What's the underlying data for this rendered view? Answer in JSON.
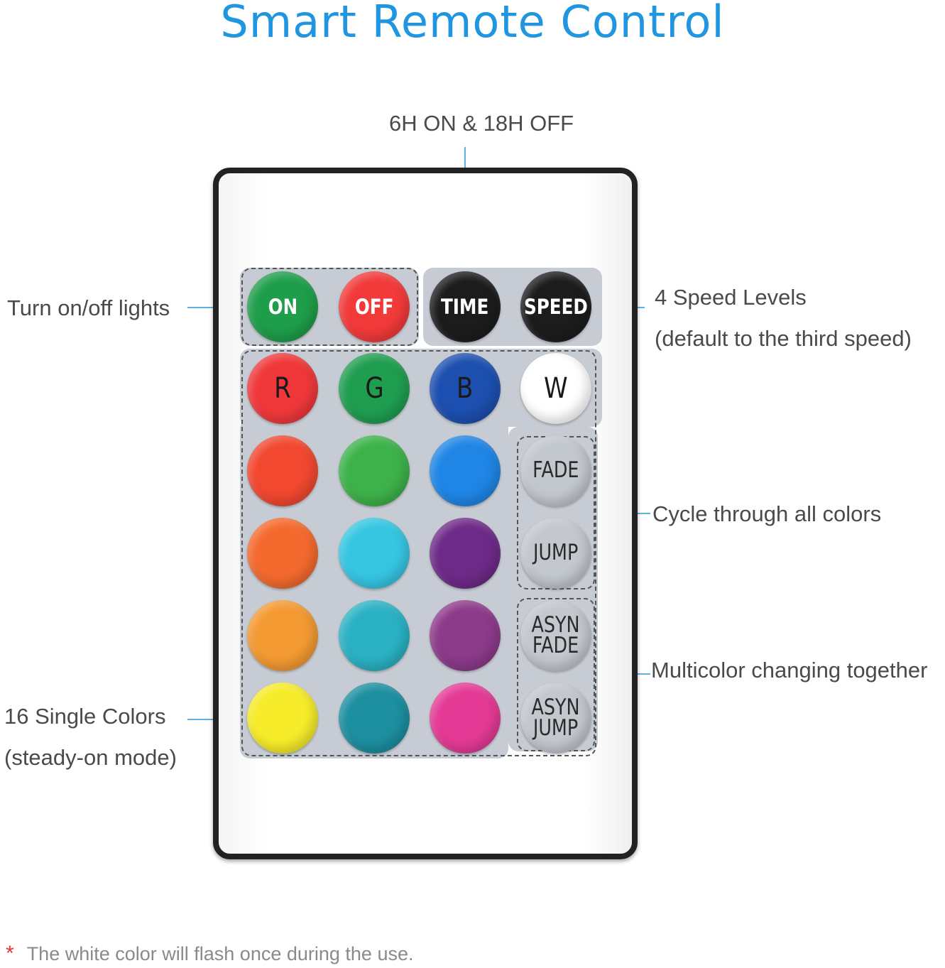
{
  "title": "Smart Remote Control",
  "annotations": {
    "timer": "6H ON & 18H OFF",
    "power": "Turn on/off lights",
    "speed_line1": "4 Speed Levels",
    "speed_line2": "(default to the third speed)",
    "cycle": "Cycle through all colors",
    "multicolor": "Multicolor changing together",
    "colors_line1": "16 Single Colors",
    "colors_line2": "(steady-on mode)"
  },
  "remote": {
    "top_row": [
      {
        "label": "ON",
        "color": "#1e9e4a"
      },
      {
        "label": "OFF",
        "color": "#f23a3a"
      },
      {
        "label": "TIME",
        "color": "#1c1c1c"
      },
      {
        "label": "SPEED",
        "color": "#1c1c1c"
      }
    ],
    "rgbw_row": [
      {
        "label": "R",
        "color": "#f0383a"
      },
      {
        "label": "G",
        "color": "#1f9e50"
      },
      {
        "label": "B",
        "color": "#1d4fb0"
      },
      {
        "label": "W",
        "color": "#ffffff"
      }
    ],
    "color_grid": [
      [
        "#f2482f",
        "#3db24a",
        "#1f86e6"
      ],
      [
        "#f46a2e",
        "#36c6e2",
        "#6e2a88"
      ],
      [
        "#f49a32",
        "#2ab2c4",
        "#8c3a8a"
      ],
      [
        "#f6ec2a",
        "#1c8fa0",
        "#e43a95"
      ]
    ],
    "mode_buttons": [
      {
        "label": "FADE",
        "color": "#c3c8cf"
      },
      {
        "label": "JUMP",
        "color": "#c3c8cf"
      },
      {
        "label": "ASYN\nFADE",
        "color": "#c3c8cf"
      },
      {
        "label": "ASYN\nJUMP",
        "color": "#c3c8cf"
      }
    ]
  },
  "footnote": {
    "marker": "*",
    "text": "The white color will flash once during the use."
  }
}
